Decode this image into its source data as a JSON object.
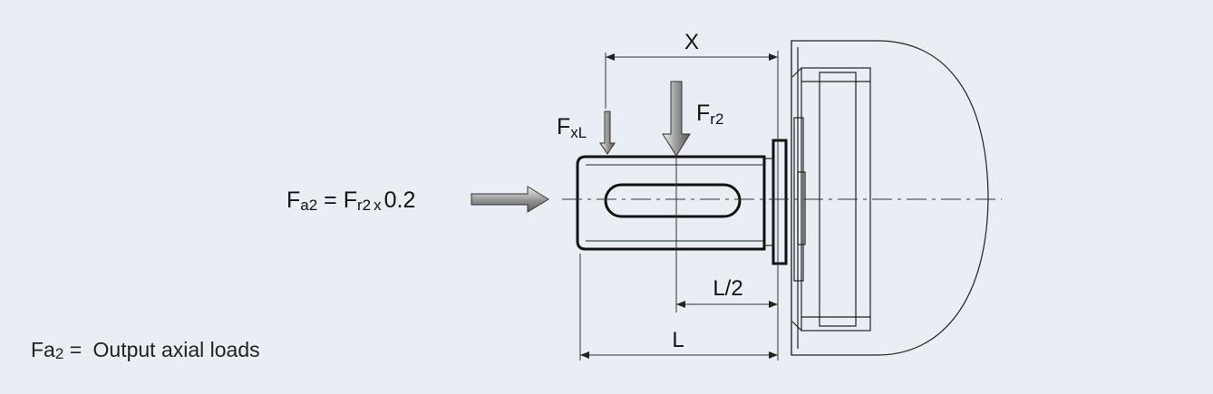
{
  "diagram": {
    "dimensions": {
      "x": "X",
      "half_length": "L/2",
      "length": "L"
    },
    "forces": {
      "fxl": {
        "main": "F",
        "sub": "xL"
      },
      "fr2": {
        "main": "F",
        "sub": "r2"
      }
    },
    "formula": {
      "lhs_main": "F",
      "lhs_sub": "a2",
      "equals": " = ",
      "rhs_main": "F",
      "rhs_sub": "r2",
      "times": "x",
      "factor": "0.2"
    },
    "legend": {
      "symbol_main": "Fa",
      "symbol_sub": "2",
      "separator": " = ",
      "description": "Output axial loads"
    }
  }
}
